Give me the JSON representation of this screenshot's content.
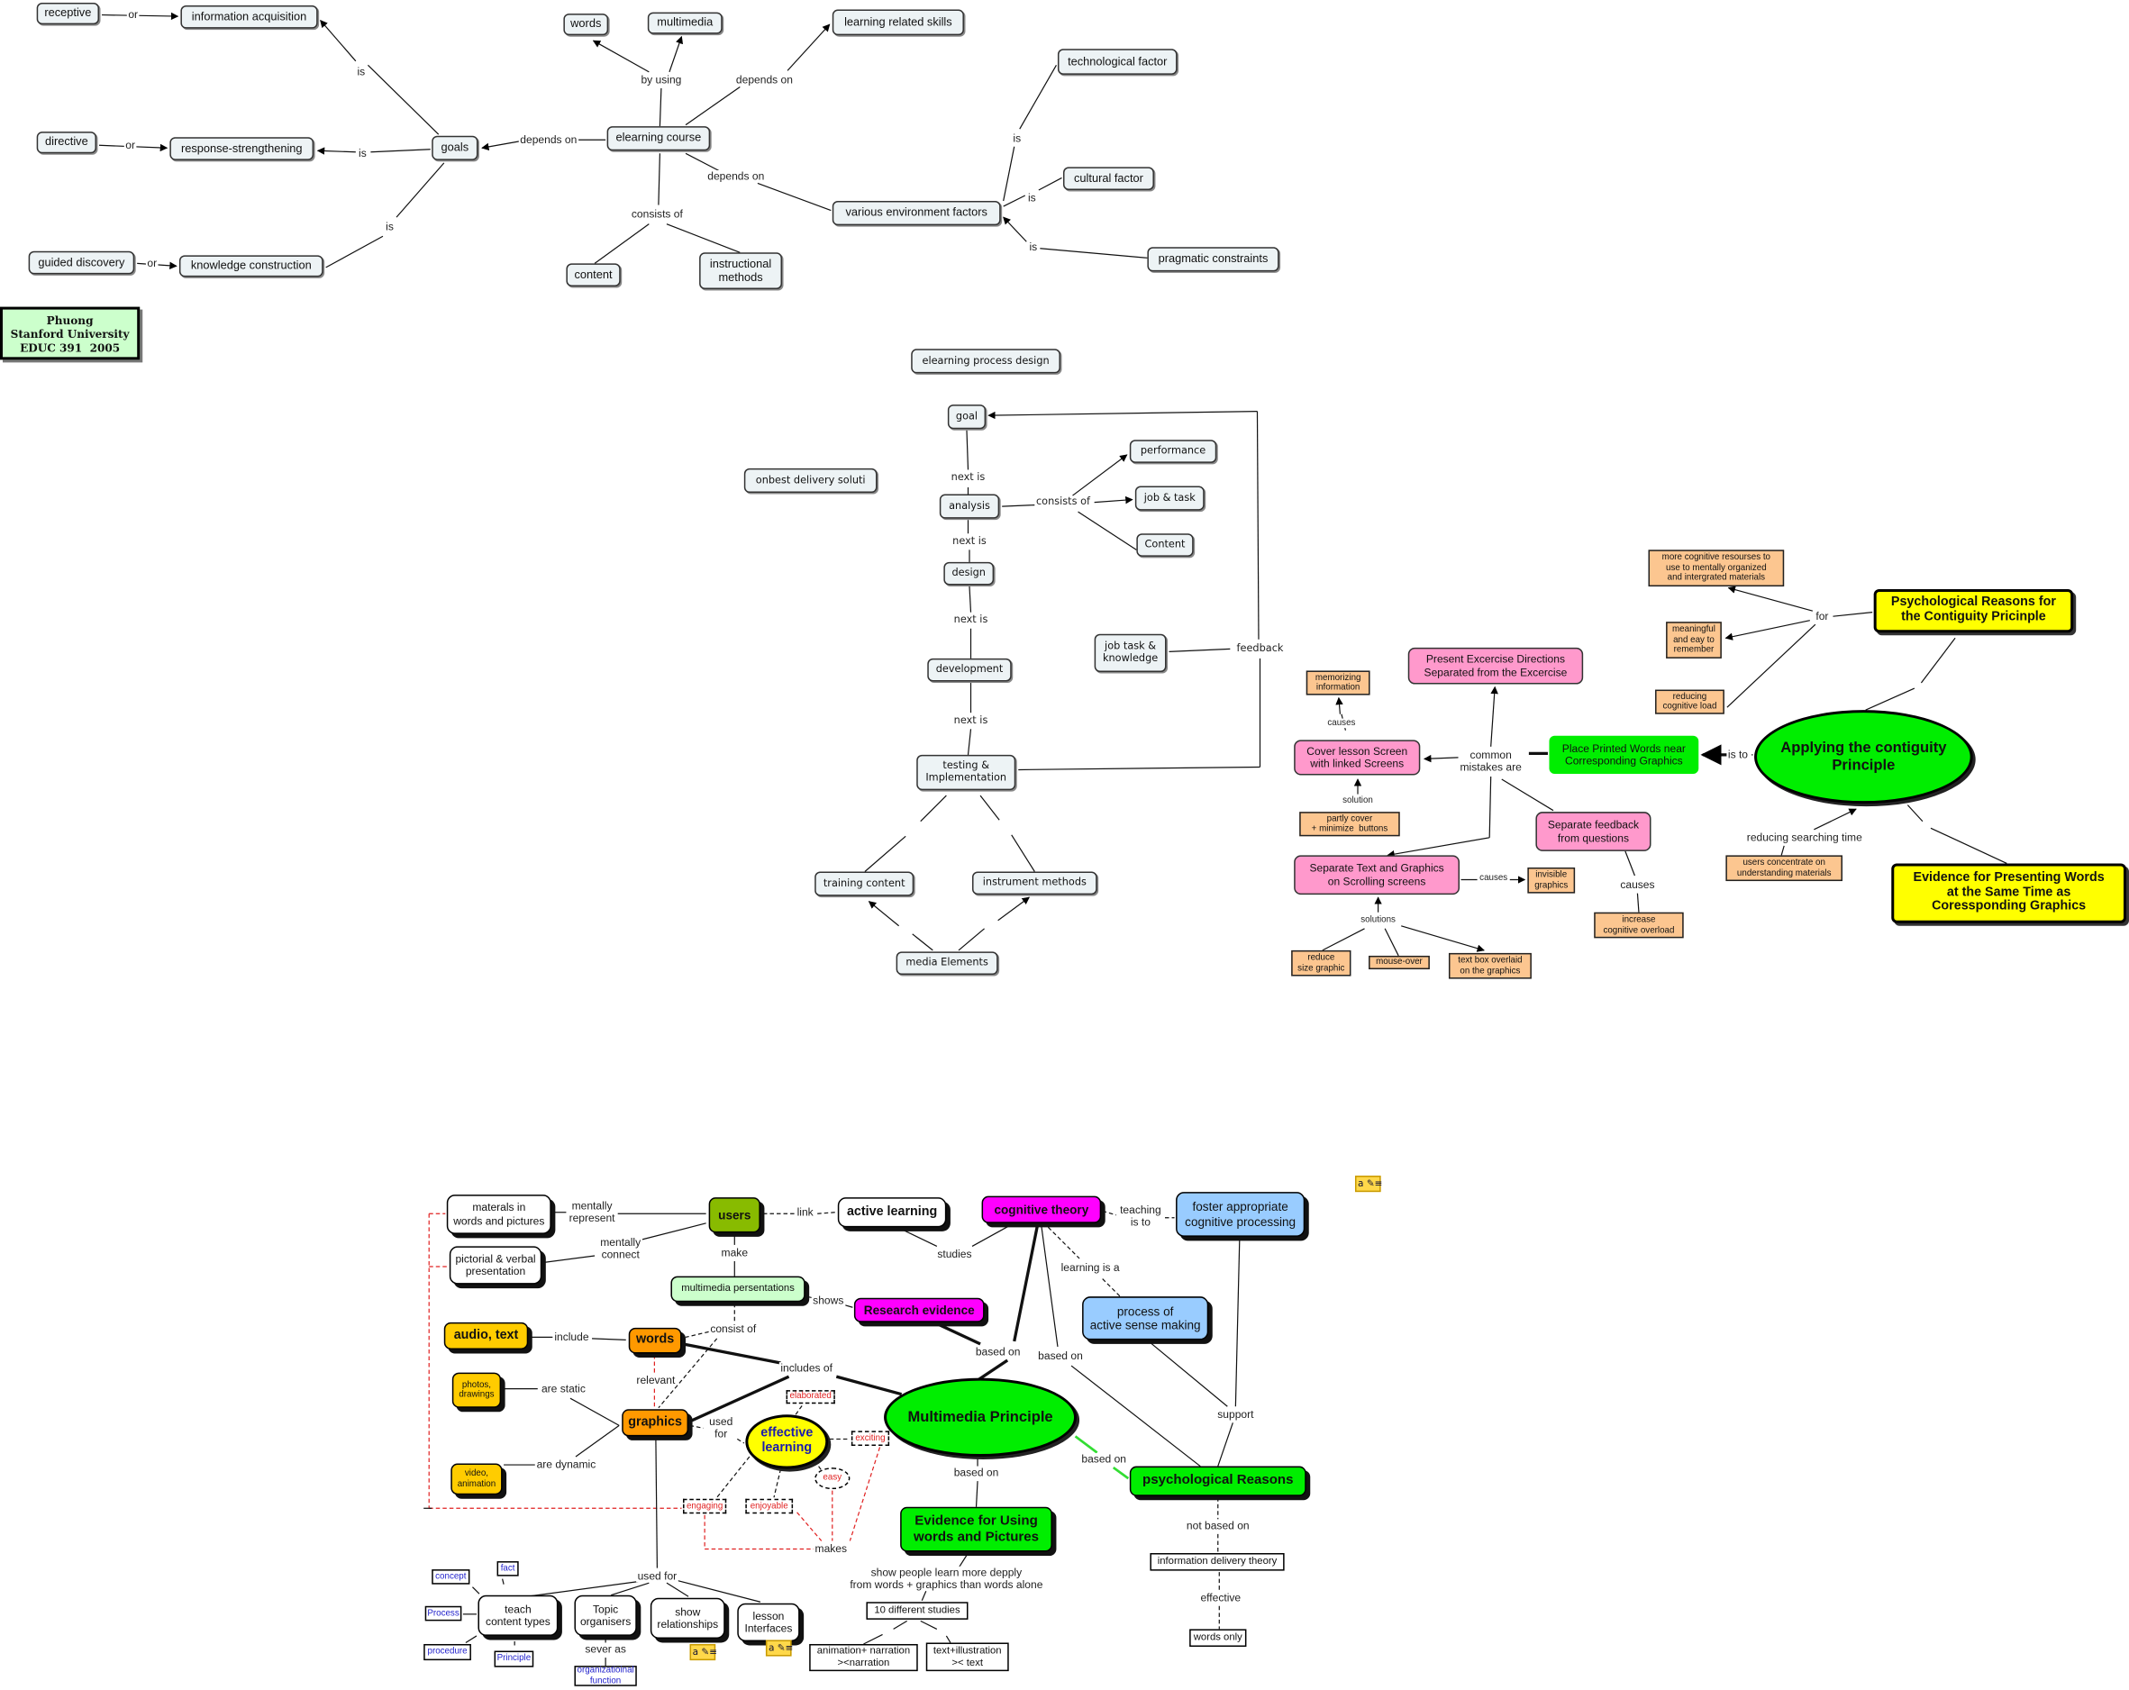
{
  "nodes": [
    {
      "id": "receptive",
      "text": "receptive",
      "kind": "concept"
    },
    {
      "id": "infoacq",
      "text": "information acquisition",
      "kind": "concept"
    },
    {
      "id": "directive",
      "text": "directive",
      "kind": "concept"
    },
    {
      "id": "resp",
      "text": "response-strengthening",
      "kind": "concept"
    },
    {
      "id": "goals",
      "text": "goals",
      "kind": "concept"
    },
    {
      "id": "guided",
      "text": "guided discovery",
      "kind": "concept"
    },
    {
      "id": "knowledge",
      "text": "knowledge construction",
      "kind": "concept"
    },
    {
      "id": "elearning",
      "text": "elearning course",
      "kind": "concept"
    },
    {
      "id": "words1",
      "text": "words",
      "kind": "concept"
    },
    {
      "id": "multimedia",
      "text": "multimedia",
      "kind": "concept"
    },
    {
      "id": "skills",
      "text": "learning related skills",
      "kind": "concept"
    },
    {
      "id": "content1",
      "text": "content",
      "kind": "concept"
    },
    {
      "id": "instr",
      "text": "instructional\nmethods",
      "kind": "concept"
    },
    {
      "id": "tech",
      "text": "technological factor",
      "kind": "concept"
    },
    {
      "id": "cultural",
      "text": "cultural factor",
      "kind": "concept"
    },
    {
      "id": "various",
      "text": "various environment factors",
      "kind": "concept"
    },
    {
      "id": "pragmatic",
      "text": "pragmatic constraints",
      "kind": "concept"
    },
    {
      "id": "signature",
      "text": "Phuong\nStanford University\nEDUC 391  2005",
      "kind": "sig"
    },
    {
      "id": "epd",
      "text": "elearning process design",
      "kind": "concept2"
    },
    {
      "id": "goal",
      "text": "goal",
      "kind": "concept2"
    },
    {
      "id": "onbest",
      "text": "onbest delivery soluti",
      "kind": "concept2"
    },
    {
      "id": "analysis",
      "text": "analysis",
      "kind": "concept2"
    },
    {
      "id": "performance",
      "text": "performance",
      "kind": "concept2"
    },
    {
      "id": "jobtask",
      "text": "job & task",
      "kind": "concept2"
    },
    {
      "id": "content2",
      "text": "Content",
      "kind": "concept2"
    },
    {
      "id": "design",
      "text": "design",
      "kind": "concept2"
    },
    {
      "id": "development",
      "text": "development",
      "kind": "concept2"
    },
    {
      "id": "jtk",
      "text": "job task &\nknowledge",
      "kind": "concept2"
    },
    {
      "id": "testing",
      "text": "testing &\nImplementation",
      "kind": "concept2"
    },
    {
      "id": "training",
      "text": "training content",
      "kind": "concept2"
    },
    {
      "id": "instrument",
      "text": "instrument methods",
      "kind": "concept2"
    },
    {
      "id": "media",
      "text": "media Elements",
      "kind": "concept2"
    },
    {
      "id": "morecog",
      "text": "more cognitive resourses to\nuse to mentally organized\nand intergrated materials",
      "kind": "orange"
    },
    {
      "id": "meaningful",
      "text": "meaningful\nand eay to\nremember",
      "kind": "orange"
    },
    {
      "id": "reducingcl",
      "text": "reducing\ncognitive load",
      "kind": "orange"
    },
    {
      "id": "psychcont",
      "text": "Psychological Reasons for\nthe Contiguity Pricinple",
      "kind": "yellow"
    },
    {
      "id": "applying",
      "text": "Applying the contiguity\nPrinciple",
      "kind": "ell ell-green"
    },
    {
      "id": "place",
      "text": "Place Printed Words near\nCorresponding Graphics",
      "kind": "bgreen"
    },
    {
      "id": "present",
      "text": "Present Excercise Directions\nSeparated from the Excercise",
      "kind": "pink"
    },
    {
      "id": "memorizing",
      "text": "memorizing\ninformation",
      "kind": "orange"
    },
    {
      "id": "cover",
      "text": "Cover lesson Screen\nwith linked Screens",
      "kind": "pink"
    },
    {
      "id": "partly",
      "text": "partly cover\n+ minimize  buttons",
      "kind": "orange"
    },
    {
      "id": "sepfb",
      "text": "Separate feedback\nfrom questions",
      "kind": "pink"
    },
    {
      "id": "increase",
      "text": "increase\ncognitive overload",
      "kind": "orange"
    },
    {
      "id": "septext",
      "text": "Separate Text and Graphics\non Scrolling screens",
      "kind": "pink"
    },
    {
      "id": "invisible",
      "text": "invisible\ngraphics",
      "kind": "orange"
    },
    {
      "id": "reduce",
      "text": "reduce\nsize graphic",
      "kind": "orange"
    },
    {
      "id": "mouseover",
      "text": "mouse-over",
      "kind": "orange"
    },
    {
      "id": "textbox",
      "text": "text box overlaid\non the graphics",
      "kind": "orange"
    },
    {
      "id": "users2",
      "text": "users concentrate on\nunderstanding materials",
      "kind": "orange"
    },
    {
      "id": "evpresent",
      "text": "Evidence for Presenting Words\nat the Same Time as\nCoressponding Graphics",
      "kind": "yellow"
    },
    {
      "id": "materials",
      "text": "materals in\nwords and pictures",
      "kind": "white"
    },
    {
      "id": "users",
      "text": "users",
      "kind": "olive"
    },
    {
      "id": "active",
      "text": "active learning",
      "kind": "whiteb"
    },
    {
      "id": "cogtheory",
      "text": "cognitive theory",
      "kind": "magenta"
    },
    {
      "id": "foster",
      "text": "foster appropriate\ncognitive processing",
      "kind": "blue"
    },
    {
      "id": "pictorial",
      "text": "pictorial & verbal\npresentation",
      "kind": "white"
    },
    {
      "id": "mmpres",
      "text": "multimedia persentations",
      "kind": "lgreen"
    },
    {
      "id": "research",
      "text": "Research evidence",
      "kind": "magenta"
    },
    {
      "id": "process",
      "text": "process of\nactive sense making",
      "kind": "blue"
    },
    {
      "id": "audio",
      "text": "audio, text",
      "kind": "gold"
    },
    {
      "id": "words2",
      "text": "words",
      "kind": "orangeb"
    },
    {
      "id": "photos",
      "text": "photos,\ndrawings",
      "kind": "goldsm"
    },
    {
      "id": "graphics",
      "text": "graphics",
      "kind": "orangeb"
    },
    {
      "id": "effective",
      "text": "effective\nlearning",
      "kind": "ell ell-yellow"
    },
    {
      "id": "mmprinciple",
      "text": "Multimedia Principle",
      "kind": "ell ell-green"
    },
    {
      "id": "video",
      "text": "video,\nanimation",
      "kind": "goldsm"
    },
    {
      "id": "easy",
      "text": "easy",
      "kind": "redell"
    },
    {
      "id": "psychR",
      "text": "psychological Reasons",
      "kind": "greenb"
    },
    {
      "id": "engaging",
      "text": "engaging",
      "kind": "reddash"
    },
    {
      "id": "enjoyable",
      "text": "enjoyable",
      "kind": "reddash"
    },
    {
      "id": "elaborated",
      "text": "elaborated",
      "kind": "reddash"
    },
    {
      "id": "exciting",
      "text": "exciting",
      "kind": "reddash"
    },
    {
      "id": "evusing",
      "text": "Evidence for Using\nwords and Pictures",
      "kind": "greenb"
    },
    {
      "id": "infodel",
      "text": "information delivery theory",
      "kind": "sq"
    },
    {
      "id": "concept",
      "text": "concept",
      "kind": "bluesq"
    },
    {
      "id": "fact",
      "text": "fact",
      "kind": "bluesq"
    },
    {
      "id": "teach",
      "text": "teach\ncontent types",
      "kind": "white"
    },
    {
      "id": "topic",
      "text": "Topic\norganisers",
      "kind": "white"
    },
    {
      "id": "showrel",
      "text": "show\nrelationships",
      "kind": "white"
    },
    {
      "id": "lesson",
      "text": "lesson\nInterfaces",
      "kind": "white"
    },
    {
      "id": "processq",
      "text": "Process",
      "kind": "bluesq"
    },
    {
      "id": "tenstudies",
      "text": "10 different studies",
      "kind": "sq"
    },
    {
      "id": "wordsonly",
      "text": "words only",
      "kind": "sq"
    },
    {
      "id": "procedure",
      "text": "procedure",
      "kind": "bluesq"
    },
    {
      "id": "principle",
      "text": "Principle",
      "kind": "bluesq"
    },
    {
      "id": "anim",
      "text": "animation+ narration\n><narration",
      "kind": "sq"
    },
    {
      "id": "textill",
      "text": "text+illustration\n>< text",
      "kind": "sq"
    },
    {
      "id": "orgfn",
      "text": "organizatioinal\nfunction",
      "kind": "bluesq"
    },
    {
      "id": "note1",
      "text": "a",
      "kind": "note"
    },
    {
      "id": "note2",
      "text": "a",
      "kind": "note"
    },
    {
      "id": "note3",
      "text": "a",
      "kind": "note"
    }
  ],
  "labels": [
    {
      "id": "l1",
      "text": "or"
    },
    {
      "id": "l2",
      "text": "or"
    },
    {
      "id": "l3",
      "text": "or"
    },
    {
      "id": "l4",
      "text": "is"
    },
    {
      "id": "l5",
      "text": "is"
    },
    {
      "id": "l6",
      "text": "is"
    },
    {
      "id": "l7",
      "text": "depends on"
    },
    {
      "id": "l8",
      "text": "by using"
    },
    {
      "id": "l9",
      "text": "depends on"
    },
    {
      "id": "l10",
      "text": "depends on"
    },
    {
      "id": "l11",
      "text": "consists of"
    },
    {
      "id": "l12",
      "text": "is"
    },
    {
      "id": "l13",
      "text": "is"
    },
    {
      "id": "l14",
      "text": "is"
    },
    {
      "id": "l15",
      "text": "next is"
    },
    {
      "id": "l16",
      "text": "next is"
    },
    {
      "id": "l17",
      "text": "next is"
    },
    {
      "id": "l18",
      "text": "next is"
    },
    {
      "id": "l19",
      "text": "consists of"
    },
    {
      "id": "l20",
      "text": "feedback"
    },
    {
      "id": "l21",
      "text": "for"
    },
    {
      "id": "l22",
      "text": "is to"
    },
    {
      "id": "l23",
      "text": "common\nmistakes are"
    },
    {
      "id": "l24",
      "text": "causes"
    },
    {
      "id": "l25",
      "text": "solution"
    },
    {
      "id": "l26",
      "text": "causes"
    },
    {
      "id": "l27",
      "text": "causes"
    },
    {
      "id": "l28",
      "text": "solutions"
    },
    {
      "id": "l29",
      "text": "reducing searching time"
    },
    {
      "id": "l30",
      "text": "mentally\nrepresent"
    },
    {
      "id": "l31",
      "text": "link"
    },
    {
      "id": "l32",
      "text": "teaching\nis to"
    },
    {
      "id": "l33",
      "text": "mentally\nconnect"
    },
    {
      "id": "l34",
      "text": "make"
    },
    {
      "id": "l35",
      "text": "studies"
    },
    {
      "id": "l36",
      "text": "learning is a"
    },
    {
      "id": "l37",
      "text": "shows"
    },
    {
      "id": "l38",
      "text": "include"
    },
    {
      "id": "l39",
      "text": "consist of"
    },
    {
      "id": "l40",
      "text": "based on"
    },
    {
      "id": "l41",
      "text": "based on"
    },
    {
      "id": "l42",
      "text": "includes of"
    },
    {
      "id": "l43",
      "text": "are static"
    },
    {
      "id": "l44",
      "text": "relevant"
    },
    {
      "id": "l45",
      "text": "used\nfor"
    },
    {
      "id": "l46",
      "text": "support"
    },
    {
      "id": "l47",
      "text": "are dynamic"
    },
    {
      "id": "l48",
      "text": "based on"
    },
    {
      "id": "l49",
      "text": "based on"
    },
    {
      "id": "l50",
      "text": "not based on"
    },
    {
      "id": "l51",
      "text": "makes"
    },
    {
      "id": "l52",
      "text": "used for"
    },
    {
      "id": "l53",
      "text": "show people learn more depply\nfrom words + graphics than words alone"
    },
    {
      "id": "l54",
      "text": "effective"
    },
    {
      "id": "l55",
      "text": "sever as"
    }
  ],
  "colors": {
    "concept_fill": "#edf3f5",
    "green": "#00ee00",
    "yellow": "#ffff00",
    "pink": "#ff99cc",
    "orange": "#fcc690",
    "magenta": "#ff00ff",
    "blue": "#99ccff",
    "red_dash": "#e02020"
  }
}
